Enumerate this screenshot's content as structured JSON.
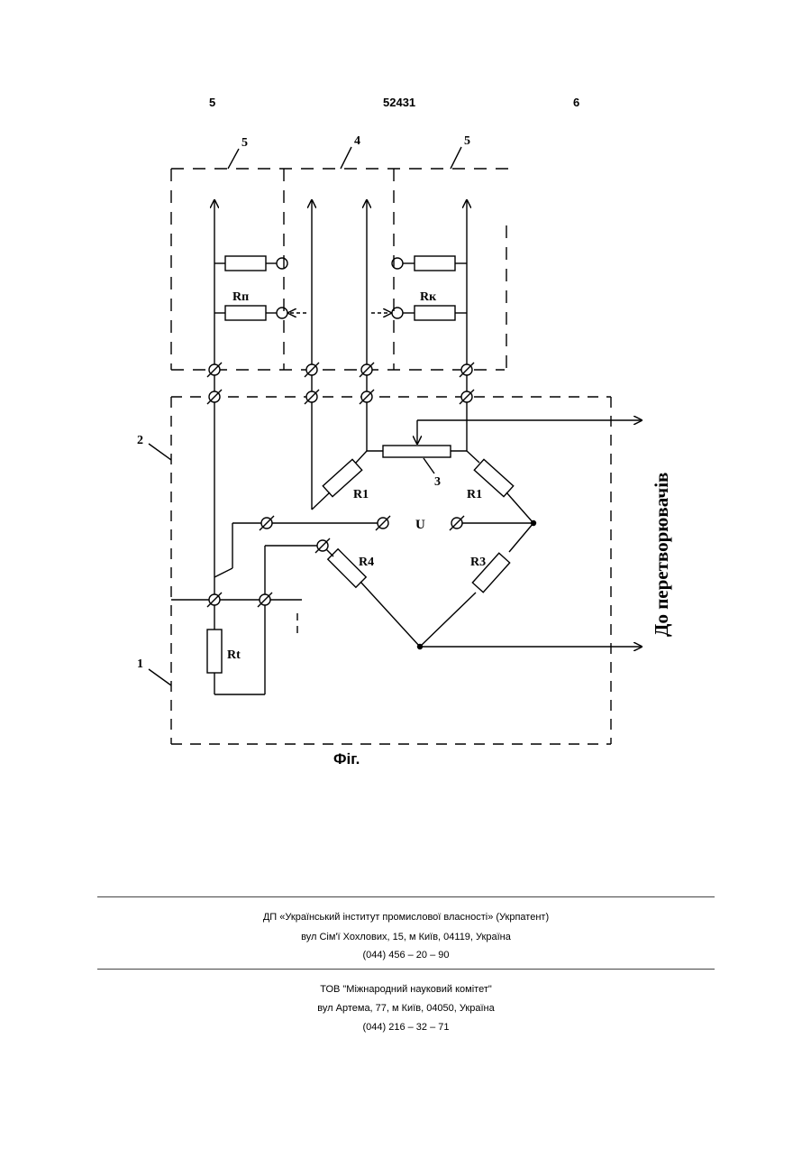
{
  "header": {
    "left_page": "5",
    "patent_number": "52431",
    "right_page": "6"
  },
  "diagram": {
    "block_labels": {
      "left_block": "5",
      "center_block": "4",
      "right_block": "5",
      "board": "2",
      "sensor_block": "1"
    },
    "component_labels": {
      "r_left_top": "Rп",
      "r_right_top": "Rк",
      "r1_left": "R1",
      "r1_right": "R1",
      "r4": "R4",
      "r3": "R3",
      "rt": "Rt",
      "slider": "3",
      "supply": "U"
    },
    "output_label": "До перетворювачів"
  },
  "caption": "Фіг.",
  "footer": {
    "org1_name": "ДП «Український інститут промислової власності» (Укрпатент)",
    "org1_address": "вул  Сім'ї Хохлових, 15, м  Київ, 04119, Україна",
    "org1_phone": "(044) 456 – 20 –  90",
    "org2_name": "ТОВ \"Міжнародний науковий комітет\"",
    "org2_address": "вул  Артема, 77, м  Київ, 04050, Україна",
    "org2_phone": "(044) 216 – 32 – 71"
  }
}
